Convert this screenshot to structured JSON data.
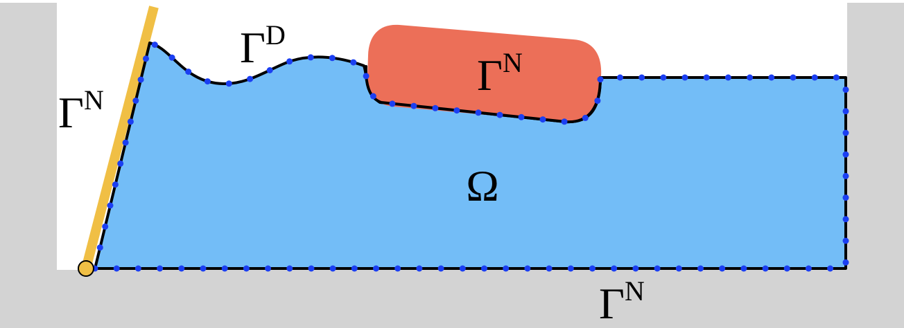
{
  "colors": {
    "background": "#ffffff",
    "ground": "#d3d3d3",
    "domain_fill": "#73bdf7",
    "domain_stroke": "#000000",
    "rigid_body": "#ec6f58",
    "wall": "#f0bf45",
    "pivot": "#f0bf45",
    "markers": "#1b3ff2"
  },
  "labels": {
    "omega": "Ω",
    "gamma_d": {
      "base": "Γ",
      "sup": "D"
    },
    "gamma_n_left": {
      "base": "Γ",
      "sup": "N"
    },
    "gamma_n_body": {
      "base": "Γ",
      "sup": "N"
    },
    "gamma_n_bottom": {
      "base": "Γ",
      "sup": "N"
    }
  }
}
